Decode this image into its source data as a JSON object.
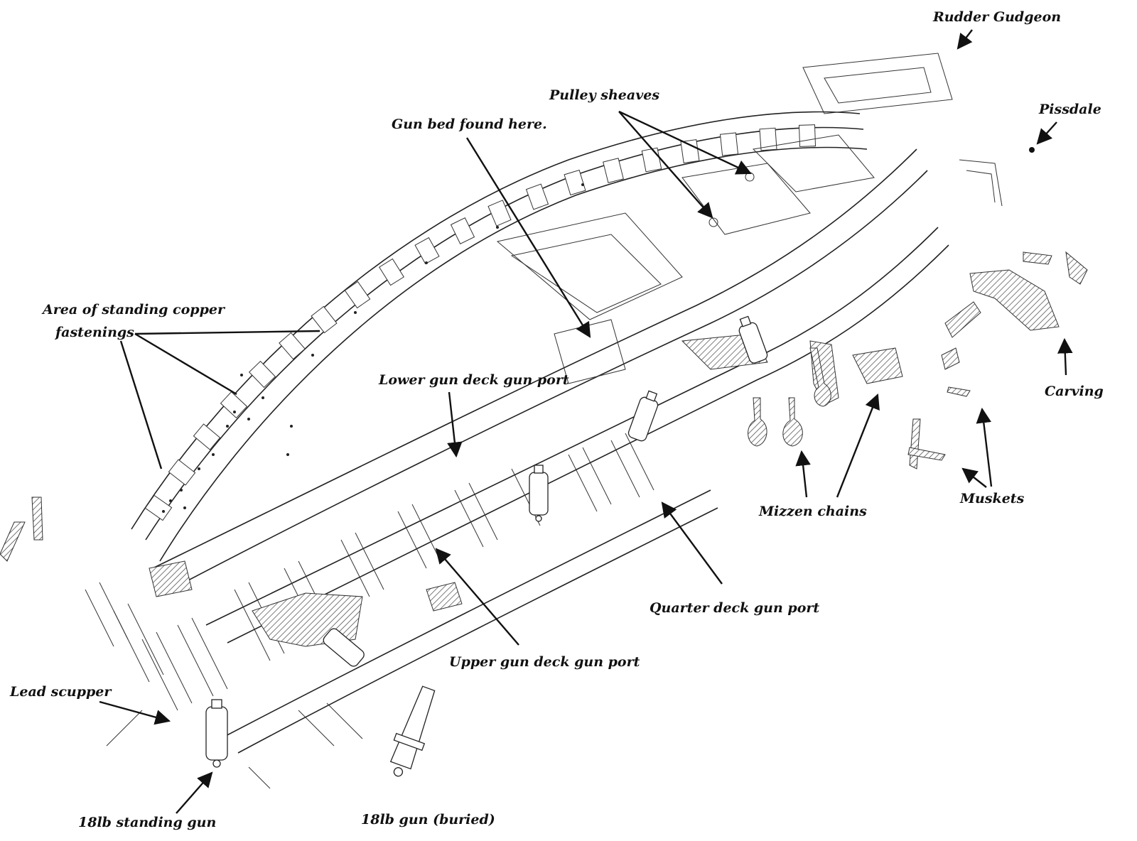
{
  "labels": {
    "rudder_gudgeon": "Rudder Gudgeon",
    "pulley_sheaves": "Pulley sheaves",
    "gun_bed": "Gun bed found here.",
    "pissdale": "Pissdale",
    "copper_fastenings_line1": "Area of standing copper",
    "copper_fastenings_line2": "fastenings",
    "lower_gun_port": "Lower gun deck gun port",
    "carving": "Carving",
    "mizzen_chains": "Mizzen chains",
    "muskets": "Muskets",
    "quarter_deck_port": "Quarter deck gun port",
    "upper_gun_port": "Upper gun deck gun port",
    "lead_scupper": "Lead scupper",
    "standing_gun": "18lb standing gun",
    "buried_gun": "18lb gun (buried)"
  },
  "icons": [
    "arrow-icon",
    "cannon-icon",
    "hull-outline-icon"
  ]
}
